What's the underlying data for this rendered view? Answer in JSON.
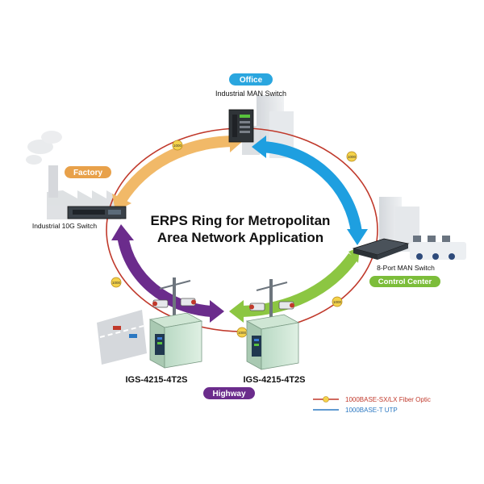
{
  "title": {
    "line1": "ERPS Ring for Metropolitan",
    "line2": "Area Network Application"
  },
  "sites": {
    "office": {
      "badge": "Office",
      "caption": "Industrial MAN Switch"
    },
    "factory": {
      "badge": "Factory",
      "caption": "Industrial 10G Switch"
    },
    "control_center": {
      "badge": "Control Center",
      "caption": "8-Port MAN Switch"
    },
    "highway": {
      "badge": "Highway"
    }
  },
  "devices": {
    "left": "IGS-4215-4T2S",
    "right": "IGS-4215-4T2S"
  },
  "link_labels": [
    "1000",
    "1000",
    "1000",
    "1000",
    "1000",
    "1000"
  ],
  "legend": {
    "fiber": "1000BASE-SX/LX Fiber Optic",
    "utp": "1000BASE-T UTP"
  },
  "colors": {
    "office_badge": "#2aa6df",
    "factory_badge": "#e8a14a",
    "control_badge": "#7cbd3a",
    "highway_badge": "#6b2c8c",
    "ring_line": "#c0392b",
    "arrow_orange": "#f1b968",
    "arrow_blue": "#1e9fe0",
    "arrow_green": "#8cc642",
    "arrow_purple": "#6b2c8c",
    "utp_line": "#2b78c2"
  }
}
